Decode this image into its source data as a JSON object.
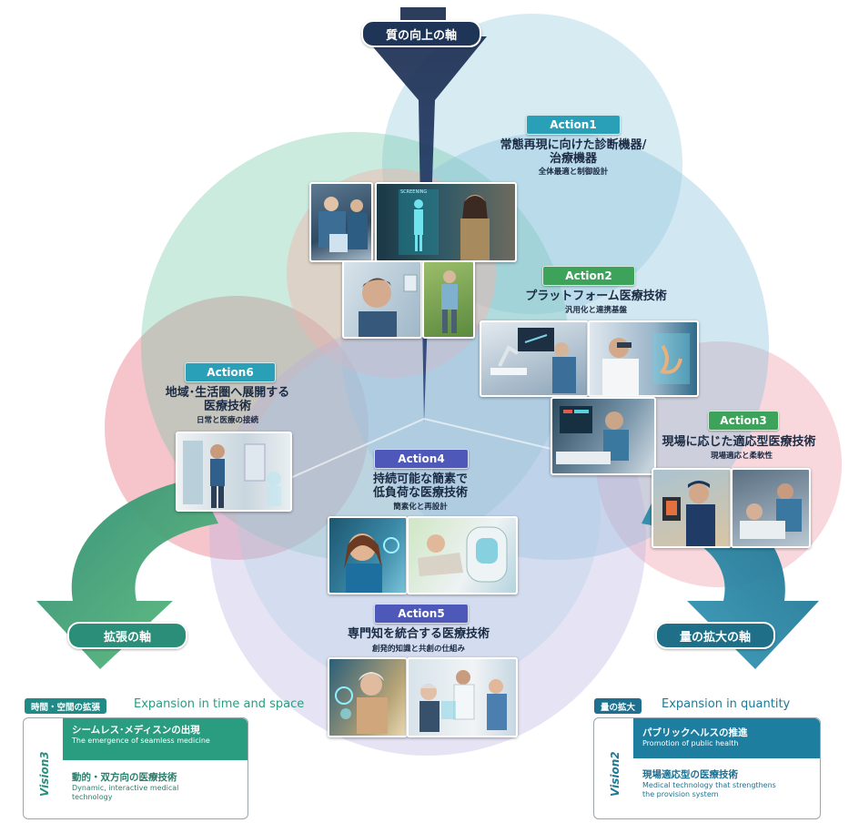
{
  "top_axis": {
    "label": "質の向上の軸"
  },
  "left_axis": {
    "label": "拡張の軸"
  },
  "right_axis": {
    "label": "量の拡大の軸"
  },
  "actions": [
    {
      "badge": "Action1",
      "title": "常態再現に向けた診断機器/\n治療機器",
      "sub": "全体最適と制御設計",
      "color": "#2aa0b8"
    },
    {
      "badge": "Action2",
      "title": "プラットフォーム医療技術",
      "sub": "汎用化と連携基盤",
      "color": "#3ea35a"
    },
    {
      "badge": "Action3",
      "title": "現場に応じた適応型医療技術",
      "sub": "現場適応と柔軟性",
      "color": "#3ea35a"
    },
    {
      "badge": "Action4",
      "title": "持続可能な簡素で\n低負荷な医療技術",
      "sub": "簡素化と再設計",
      "color": "#4e58b8"
    },
    {
      "badge": "Action5",
      "title": "専門知を統合する医療技術",
      "sub": "創発的知識と共創の仕組み",
      "color": "#4e58b8"
    },
    {
      "badge": "Action6",
      "title": "地域･生活圏へ展開する\n医療技術",
      "sub": "日常と医療の接続",
      "color": "#2aa0b8"
    }
  ],
  "photo_text": {
    "screening": "SCREENING"
  },
  "vision3": {
    "tag": "時間・空間の拡張",
    "heading": "Expansion in time and space",
    "label": "Vision3",
    "items": [
      {
        "jp": "シームレス･メディスンの出現",
        "en": "The emergence of seamless medicine"
      },
      {
        "jp": "動的・双方向の医療技術",
        "en": "Dynamic, interactive medical technology"
      }
    ]
  },
  "vision2": {
    "tag": "量の拡大",
    "heading": "Expansion in quantity",
    "label": "Vision2",
    "items": [
      {
        "jp": "パブリックヘルスの推進",
        "en": "Promotion of public health"
      },
      {
        "jp": "現場適応型の医療技術",
        "en": "Medical technology that strengthens the provision system"
      }
    ]
  },
  "colors": {
    "teal": "#1e8a8a",
    "green": "#2e9a63",
    "navy": "#2b3d5c",
    "red_circle": "#e8808e",
    "blue_circle": "#8cc4dc"
  }
}
